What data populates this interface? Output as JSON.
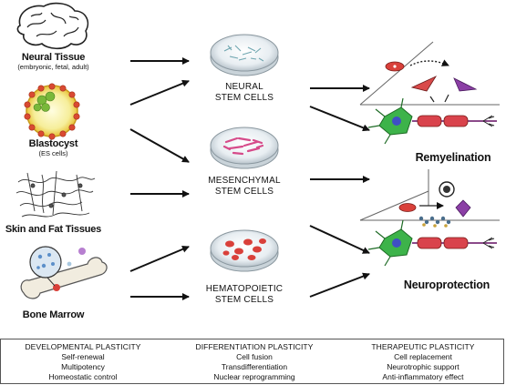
{
  "sources": [
    {
      "title": "Neural Tissue",
      "subtitle": "(embryonic, fetal, adult)"
    },
    {
      "title": "Blastocyst",
      "subtitle": "(ES cells)"
    },
    {
      "title": "Skin and Fat Tissues",
      "subtitle": ""
    },
    {
      "title": "Bone Marrow",
      "subtitle": ""
    }
  ],
  "stem_cells": [
    {
      "line1": "NEURAL",
      "line2": "STEM CELLS"
    },
    {
      "line1": "MESENCHYMAL",
      "line2": "STEM CELLS"
    },
    {
      "line1": "HEMATOPOIETIC",
      "line2": "STEM CELLS"
    }
  ],
  "outcomes": {
    "remyelination": "Remyelination",
    "neuroprotection": "Neuroprotection"
  },
  "footer": [
    {
      "heading": "DEVELOPMENTAL PLASTICITY",
      "items": [
        "Self-renewal",
        "Multipotency",
        "Homeostatic control"
      ]
    },
    {
      "heading": "DIFFERENTIATION PLASTICITY",
      "items": [
        "Cell fusion",
        "Transdifferentiation",
        "Nuclear reprogramming"
      ]
    },
    {
      "heading": "THERAPEUTIC PLASTICITY",
      "items": [
        "Cell replacement",
        "Neurotrophic support",
        "Anti-inflammatory effect"
      ]
    }
  ],
  "colors": {
    "neural_dish": "#9fc8cf",
    "mesenchymal_dish": "#d64b8a",
    "hematopoietic_dish": "#d9403a",
    "neuron_body": "#3db34a",
    "axon_myelin": "#d9434c",
    "nucleus": "#3f4fc4"
  }
}
